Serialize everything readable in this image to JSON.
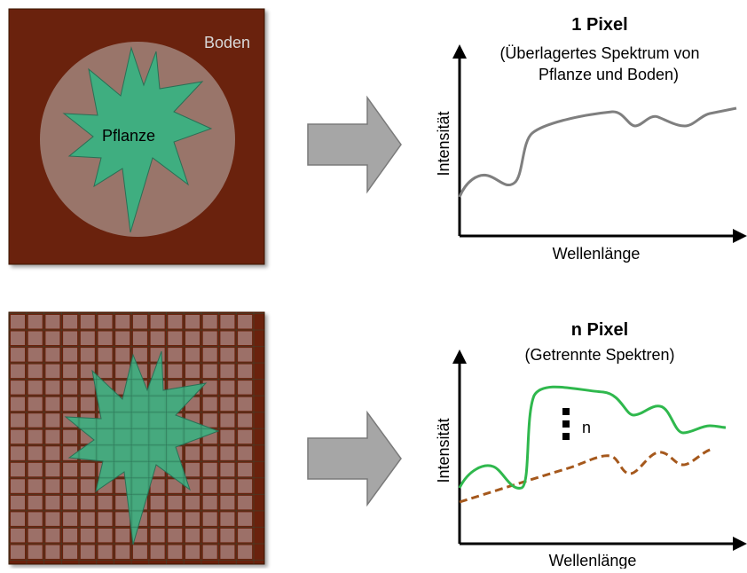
{
  "top": {
    "soil_label": "Boden",
    "plant_label": "Pflanze",
    "title": "1 Pixel",
    "subtitle_line1": "(Überlagertes Spektrum von",
    "subtitle_line2": "Pflanze und Boden)",
    "y_axis_label": "Intensität",
    "x_axis_label": "Wellenlänge"
  },
  "bottom": {
    "title": "n Pixel",
    "subtitle": "(Getrennte Spektren)",
    "y_axis_label": "Intensität",
    "x_axis_label": "Wellenlänge",
    "n_label": "n"
  },
  "colors": {
    "soil": "#6b2208",
    "soil_cell": "#9c7068",
    "plant": "#3fae80",
    "mixed_spectrum": "#7f7f7f",
    "plant_spectrum": "#2fb84d",
    "soil_spectrum": "#a5581c",
    "arrow": "#a6a6a6"
  },
  "icons": [
    "right-arrow-icon",
    "right-arrow-icon"
  ]
}
